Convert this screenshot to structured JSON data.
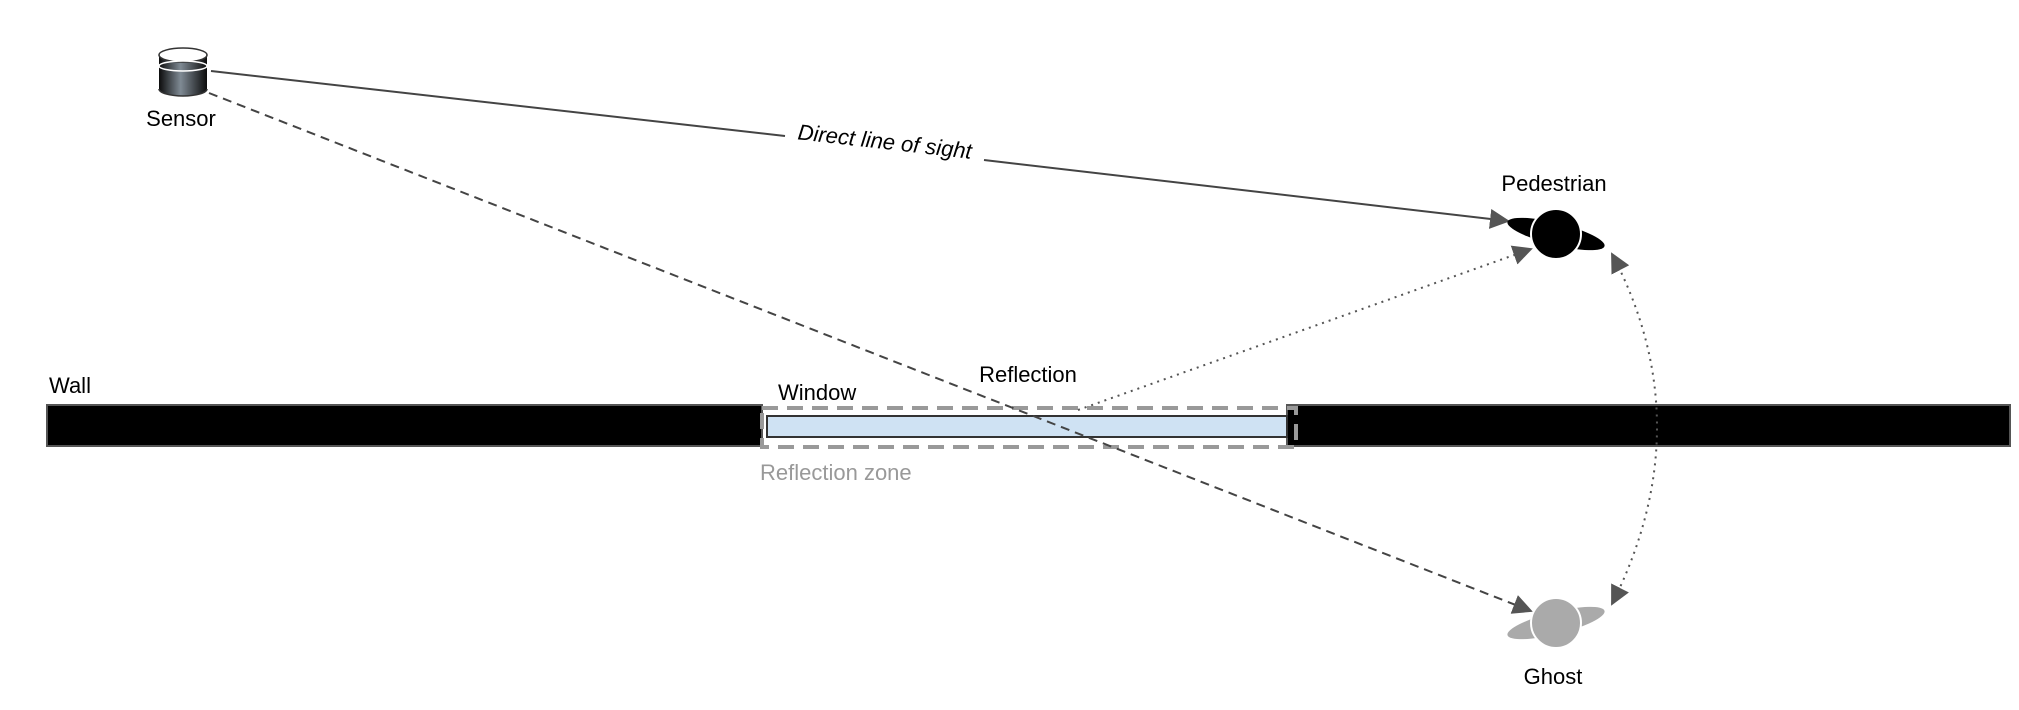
{
  "labels": {
    "sensor": "Sensor",
    "direct_line": "Direct line of sight",
    "pedestrian": "Pedestrian",
    "wall": "Wall",
    "window": "Window",
    "reflection": "Reflection",
    "reflection_zone": "Reflection zone",
    "ghost": "Ghost"
  },
  "colors": {
    "wall": "#000000",
    "window_fill": "#cfe2f3",
    "line": "#444444",
    "zone": "#999999",
    "pedestrian": "#000000",
    "ghost": "#aaaaaa"
  }
}
